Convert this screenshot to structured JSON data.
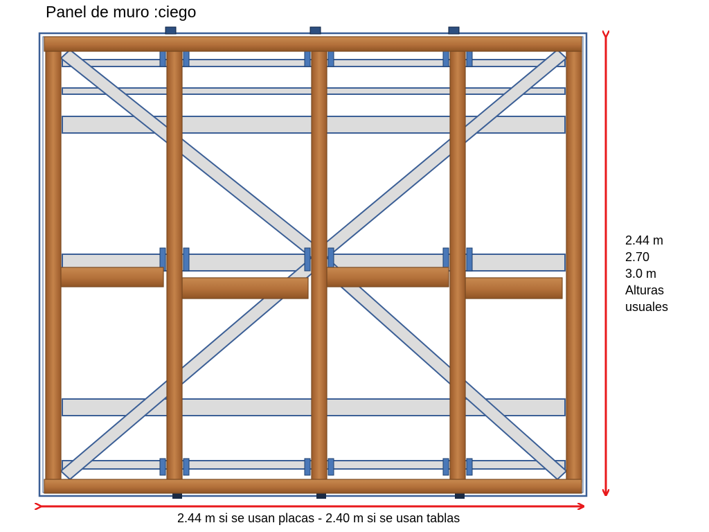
{
  "title": "Panel de muro :ciego",
  "height_options": [
    "2.44 m",
    "2.70",
    "3.0 m",
    "Alturas",
    "usuales"
  ],
  "width_note": "2.44 m si se usan placas  - 2.40 m si se usan tablas",
  "colors": {
    "wood": "#b8733d",
    "wood_edge": "#7a4a22",
    "steel_fill": "#dcdcdc",
    "steel_edge": "#3b5f96",
    "clip": "#4a78b8",
    "dimension": "#e8191c"
  }
}
